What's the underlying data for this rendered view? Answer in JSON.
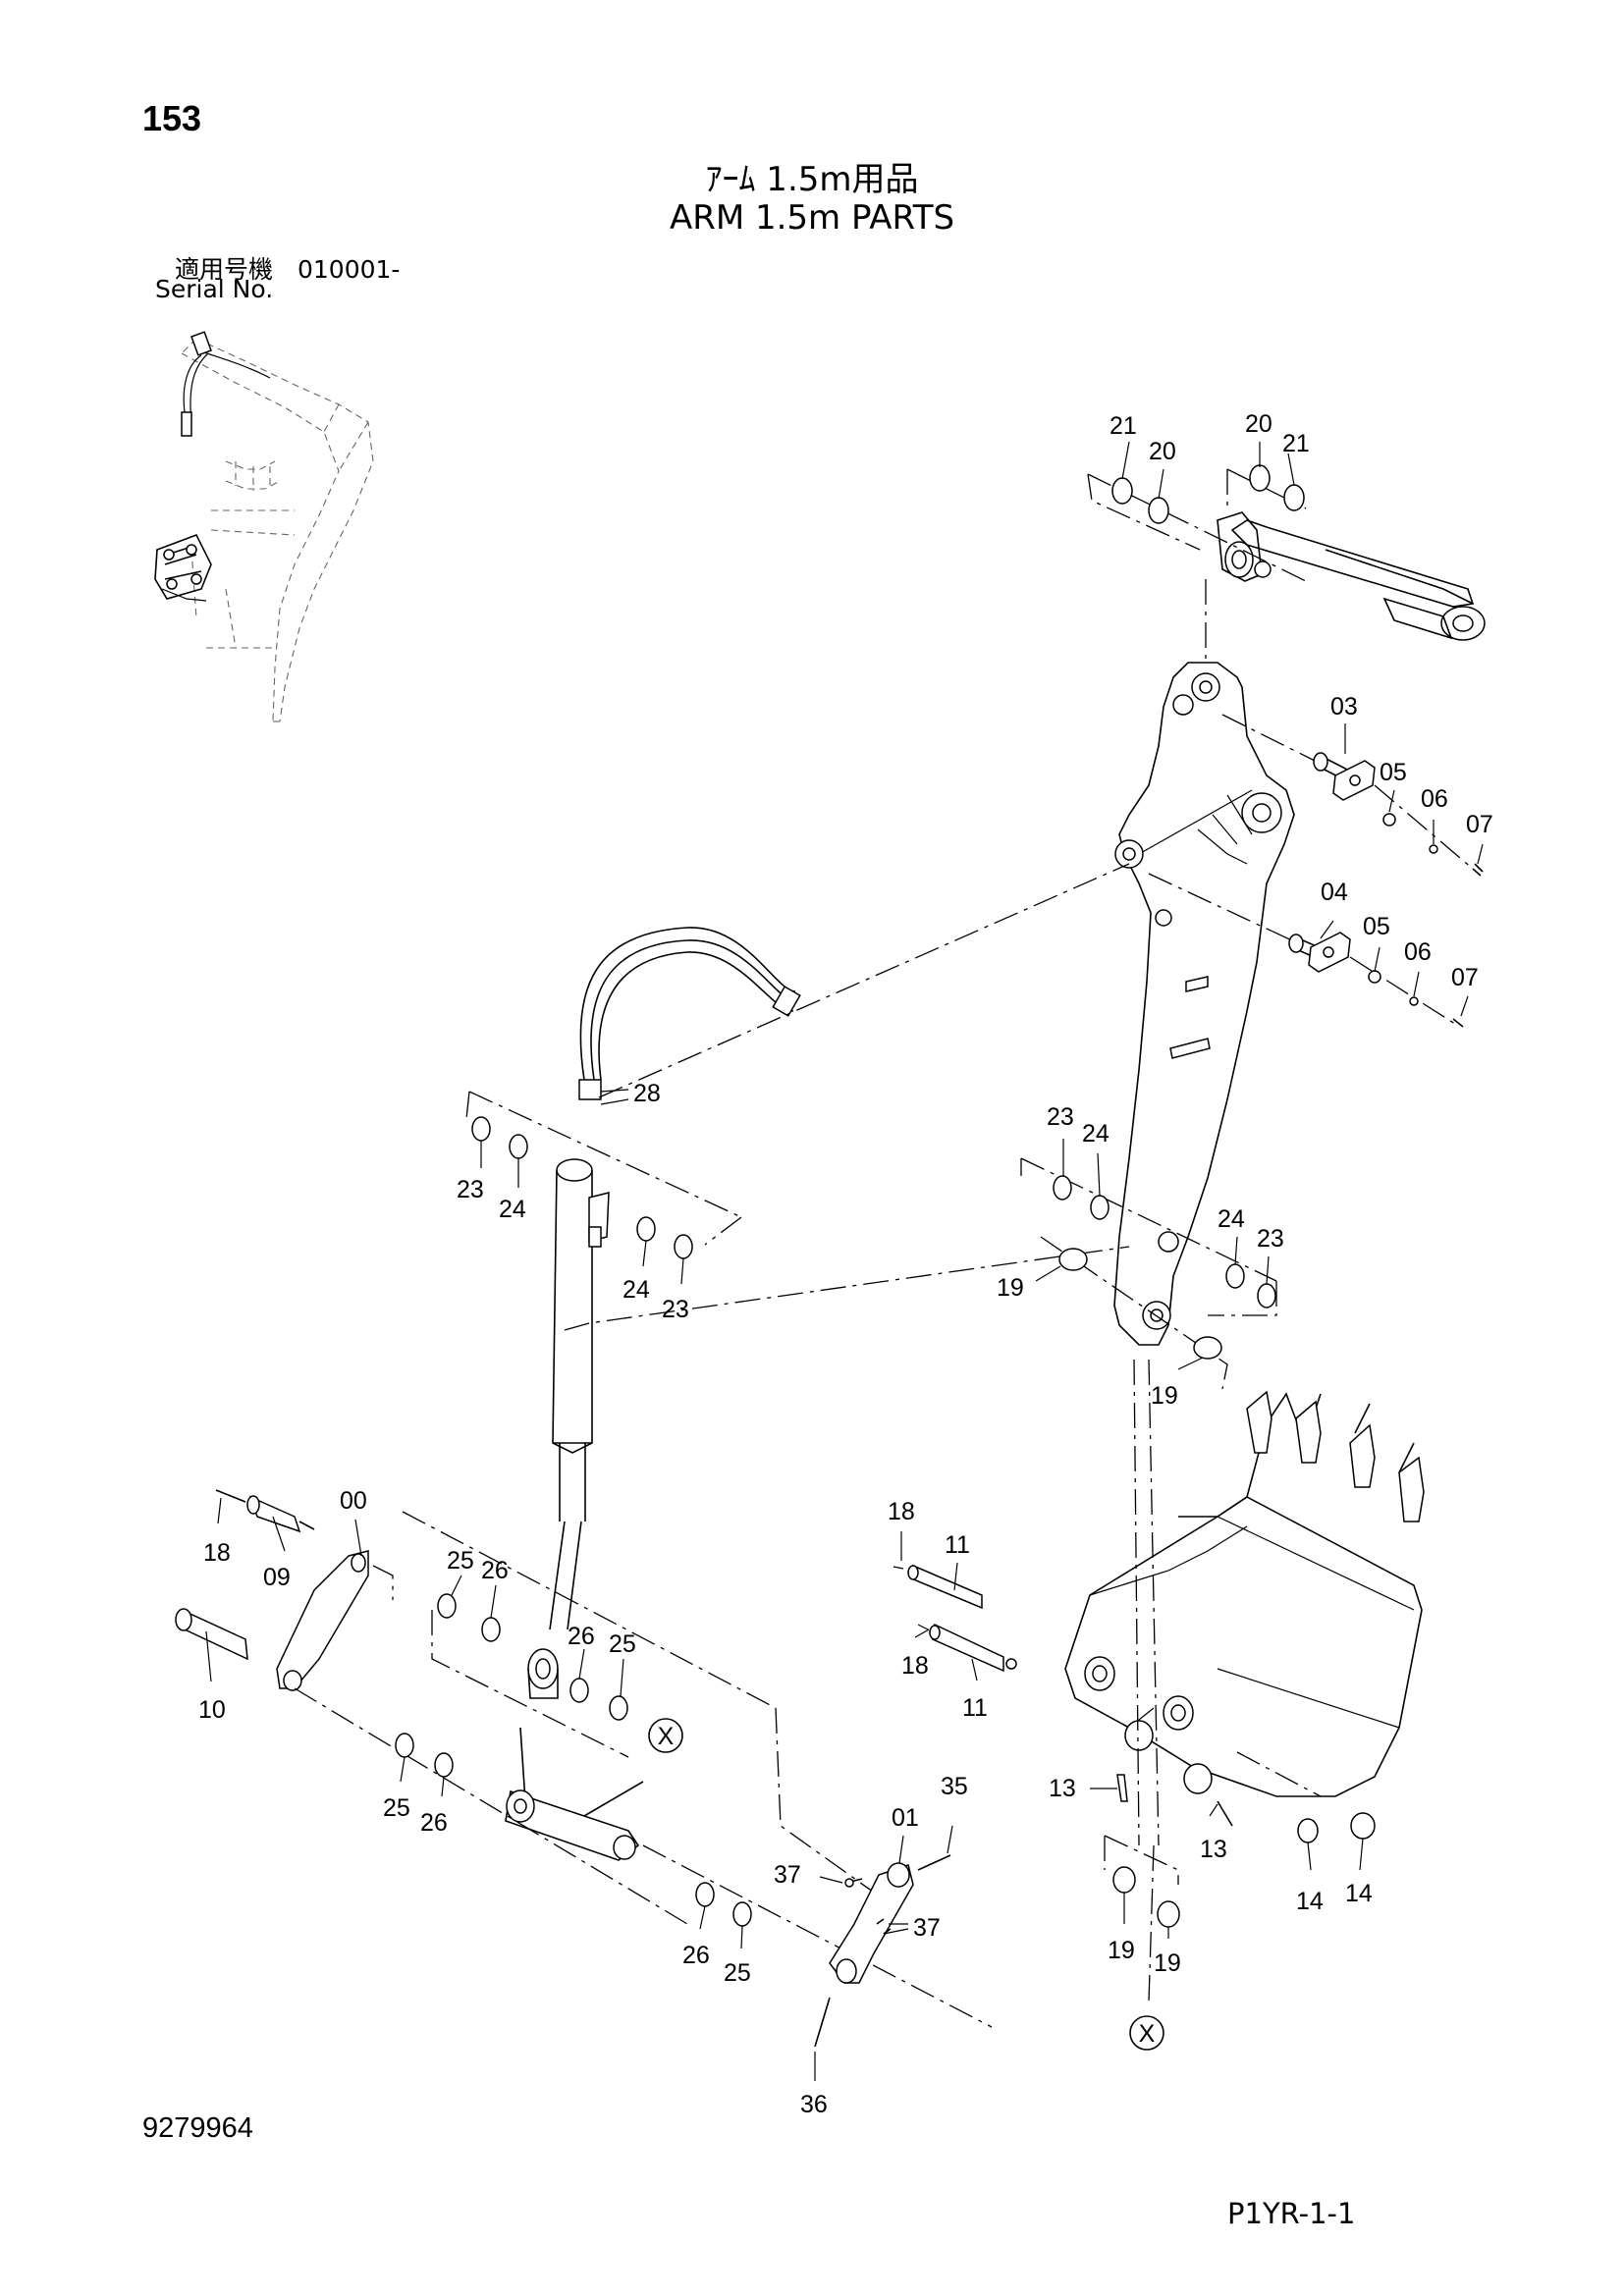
{
  "header": {
    "page_number": "153",
    "title_jp": "ｱｰﾑ 1.5m用品",
    "title_en": "ARM 1.5m PARTS",
    "serial_label_jp": "適用号機　010001-",
    "serial_label_en": "Serial No."
  },
  "footer": {
    "document_id": "9279964",
    "page_ref": "P1YR-1-1"
  },
  "reference_marker": "X",
  "callouts": {
    "c21a": "21",
    "c20a": "20",
    "c20b": "20",
    "c21b": "21",
    "c03": "03",
    "c05a": "05",
    "c06a": "06",
    "c07a": "07",
    "c04": "04",
    "c05b": "05",
    "c06b": "06",
    "c07b": "07",
    "c28": "28",
    "c23a": "23",
    "c24a": "24",
    "c24b": "24",
    "c23b": "23",
    "c23c": "23",
    "c24c": "24",
    "c24d": "24",
    "c23d": "23",
    "c19a": "19",
    "c19b": "19",
    "c00": "00",
    "c18a": "18",
    "c09": "09",
    "c10": "10",
    "c25a": "25",
    "c26a": "26",
    "c26b": "26",
    "c25b": "25",
    "c25c": "25",
    "c26c": "26",
    "c26d": "26",
    "c25d": "25",
    "c18b": "18",
    "c11a": "11",
    "c18c": "18",
    "c11b": "11",
    "c13a": "13",
    "c13b": "13",
    "c14a": "14",
    "c14b": "14",
    "c19c": "19",
    "c19d": "19",
    "c01": "01",
    "c35": "35",
    "c37a": "37",
    "c37b": "37",
    "c36": "36"
  }
}
